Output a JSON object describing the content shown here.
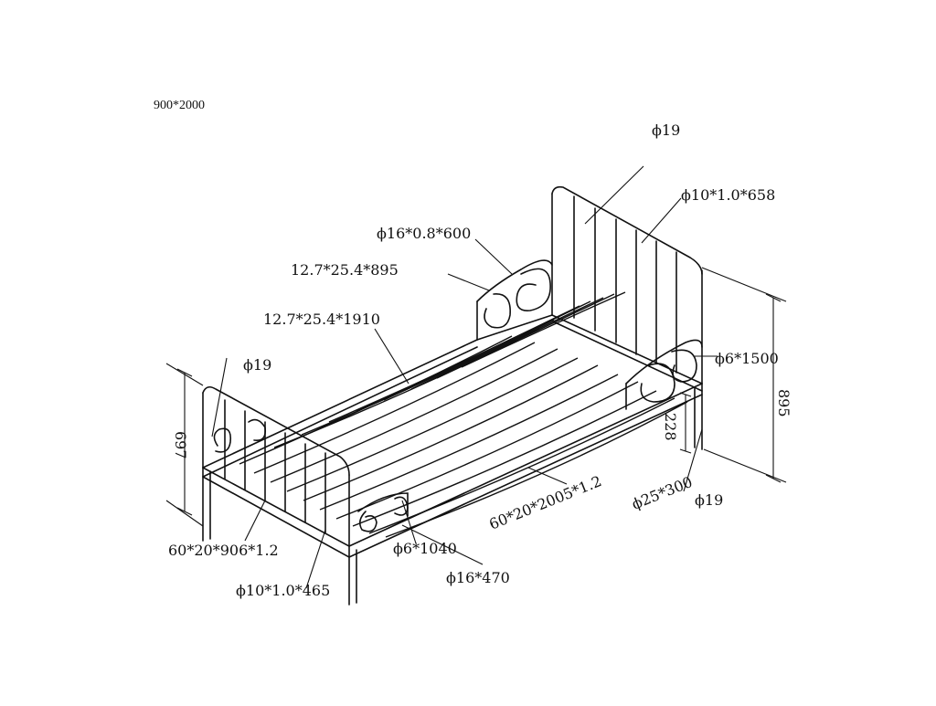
{
  "drawing": {
    "size_label": "900*2000",
    "labels": {
      "headboard_post_top": "ϕ19",
      "headboard_bars": "ϕ10*1.0*658",
      "scroll_tube": "ϕ16*0.8*600",
      "side_rail_short": "12.7*25.4*895",
      "side_rail_long": "12.7*25.4*1910",
      "footboard_post_top": "ϕ19",
      "scroll_wire": "ϕ6*1500",
      "height_total": "895",
      "height_foot": "697",
      "leg_height": "228",
      "leg_tube": "ϕ25*300",
      "leg_tube_2": "ϕ19",
      "side_beam": "60*20*2005*1.2",
      "foot_beam": "60*20*906*1.2",
      "foot_scroll_wire": "ϕ6*1040",
      "foot_bars": "ϕ10*1.0*465",
      "foot_scroll_tube": "ϕ16*470"
    }
  }
}
